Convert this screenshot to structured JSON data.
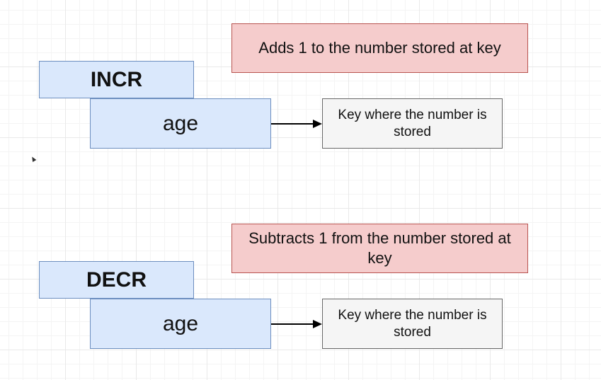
{
  "diagram": {
    "blocks": [
      {
        "description": "Adds 1 to the number stored at key",
        "command": "INCR",
        "argument": "age",
        "note": "Key where the number is stored"
      },
      {
        "description": "Subtracts 1 from the number stored at key",
        "command": "DECR",
        "argument": "age",
        "note": "Key where the number is stored"
      }
    ]
  },
  "colors": {
    "description_fill": "#f5cccc",
    "description_stroke": "#b85450",
    "command_fill": "#dae8fc",
    "command_stroke": "#6c8ebf",
    "note_fill": "#f5f5f5",
    "note_stroke": "#666666",
    "arrow": "#000000"
  }
}
